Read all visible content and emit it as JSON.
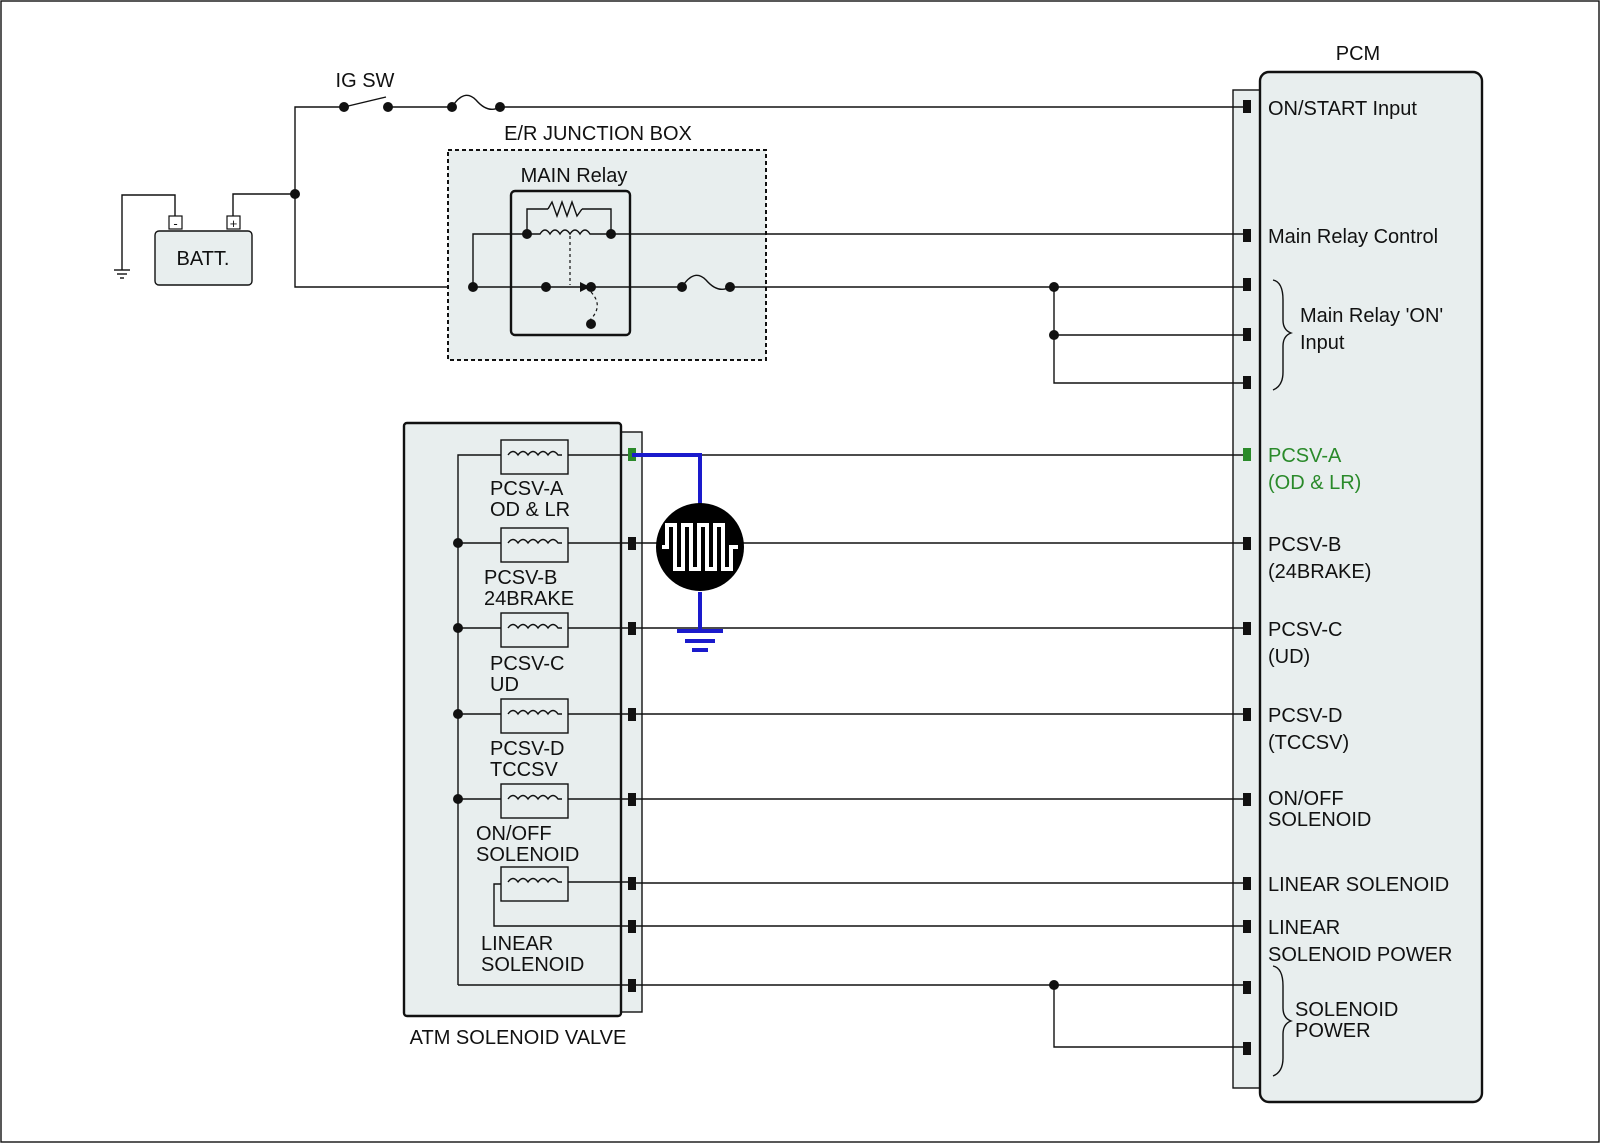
{
  "colors": {
    "wire": "#111111",
    "box_fill": "#e8eeee",
    "highlight_text": "#2a8a2a",
    "probe_wire": "#1a1acc",
    "scope_fill": "#000000"
  },
  "icons": {
    "scope": "oscilloscope-square-wave-icon",
    "ground": "ground-symbol-icon",
    "fuse": "fuse-icon",
    "switch": "switch-icon"
  },
  "labels": {
    "pcm": "PCM",
    "ig_sw": "IG SW",
    "junction_box": "E/R JUNCTION BOX",
    "main_relay": "MAIN Relay",
    "battery": "BATT.",
    "battery_minus": "-",
    "battery_plus": "+",
    "atm_valve": "ATM SOLENOID VALVE"
  },
  "pcm_pins": {
    "on_start": "ON/START Input",
    "main_relay_control": "Main Relay Control",
    "main_relay_on": [
      "Main Relay 'ON'",
      "Input"
    ],
    "pcsv_a": [
      "PCSV-A",
      "(OD & LR)"
    ],
    "pcsv_b": [
      "PCSV-B",
      "(24BRAKE)"
    ],
    "pcsv_c": [
      "PCSV-C",
      "(UD)"
    ],
    "pcsv_d": [
      "PCSV-D",
      "(TCCSV)"
    ],
    "on_off": [
      "ON/OFF",
      "SOLENOID"
    ],
    "linear": "LINEAR SOLENOID",
    "linear_power": [
      "LINEAR",
      "SOLENOID POWER"
    ],
    "solenoid_power": [
      "SOLENOID",
      "POWER"
    ]
  },
  "solenoids": [
    [
      "PCSV-A",
      "OD & LR"
    ],
    [
      "PCSV-B",
      "24BRAKE"
    ],
    [
      "PCSV-C",
      "UD"
    ],
    [
      "PCSV-D",
      "TCCSV"
    ],
    [
      "ON/OFF",
      "SOLENOID"
    ],
    [
      "LINEAR",
      "SOLENOID"
    ]
  ]
}
